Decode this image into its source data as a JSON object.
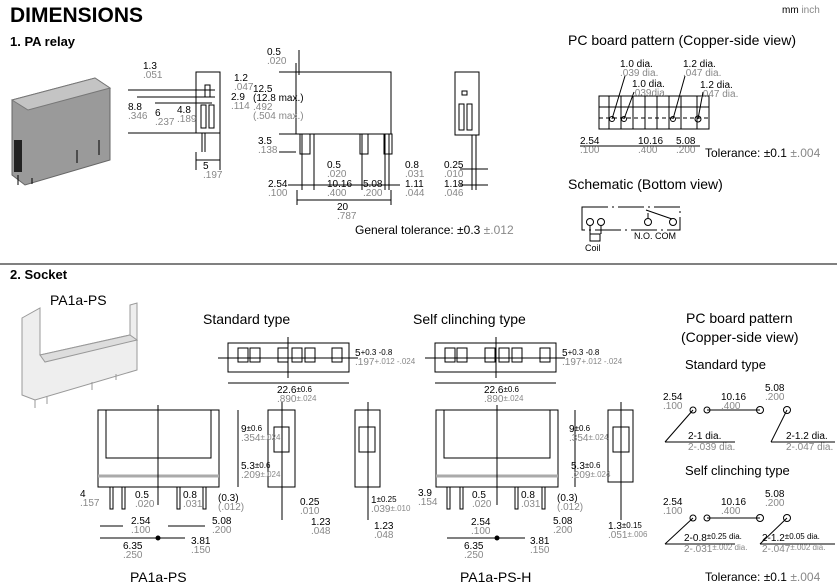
{
  "header": {
    "title": "DIMENSIONS",
    "units_mm": "mm",
    "units_inch": "inch"
  },
  "relay": {
    "heading": "1. PA relay",
    "side": {
      "d1": {
        "mm": "1.3",
        "in": ".051"
      },
      "d2": {
        "mm": "1.2",
        "in": ".047"
      },
      "d3": {
        "mm": "2.9",
        "in": ".114"
      },
      "d4": {
        "mm": "8.8",
        "in": ".346"
      },
      "d5": {
        "mm": "6",
        "in": ".237"
      },
      "d6": {
        "mm": "4.8",
        "in": ".189"
      },
      "d7": {
        "mm": "5",
        "in": ".197"
      }
    },
    "front": {
      "d1": {
        "mm": "0.5",
        "in": ".020"
      },
      "h": {
        "mm": "12.5",
        "mm2": "(12.8 max.)",
        "in": ".492",
        "in2": "(.504 max.)"
      },
      "d2": {
        "mm": "3.5",
        "in": ".138"
      },
      "d3": {
        "mm": "0.5",
        "in": ".020"
      },
      "d4": {
        "mm": "0.8",
        "in": ".031"
      },
      "d5": {
        "mm": "2.54",
        "in": ".100"
      },
      "d6": {
        "mm": "10.16",
        "in": ".400"
      },
      "d7": {
        "mm": "5.08",
        "in": ".200"
      },
      "d8": {
        "mm": "1.11",
        "in": ".044"
      },
      "d9": {
        "mm": "20",
        "in": ".787"
      }
    },
    "end": {
      "d1": {
        "mm": "0.25",
        "in": ".010"
      },
      "d2": {
        "mm": "1.18",
        "in": ".046"
      }
    },
    "tolerance": {
      "label": "General tolerance: ±0.3",
      "inch": "±.012"
    },
    "pcb": {
      "title": "PC board pattern (Copper-side view)",
      "h1": {
        "mm": "1.0 dia.",
        "in": ".039 dia."
      },
      "h2": {
        "mm": "1.0 dia.",
        "in": ".039dia."
      },
      "h3": {
        "mm": "1.2 dia.",
        "in": ".047 dia."
      },
      "h4": {
        "mm": "1.2 dia.",
        "in": ".047 dia."
      },
      "d1": {
        "mm": "2.54",
        "in": ".100"
      },
      "d2": {
        "mm": "10.16",
        "in": ".400"
      },
      "d3": {
        "mm": "5.08",
        "in": ".200"
      },
      "tolerance": "Tolerance: ±0.1",
      "tolerance_inch": "±.004"
    },
    "schematic": {
      "title": "Schematic (Bottom view)",
      "no_com": "N.O. COM",
      "coil": "Coil"
    }
  },
  "socket": {
    "heading": "2. Socket",
    "photo_label": "PA1a-PS",
    "standard": {
      "title": "Standard type",
      "width": {
        "mm": "22.6",
        "mmt": "±0.6",
        "in": ".890",
        "int": "±.024"
      },
      "depth": {
        "mm": "5",
        "mmt": "+0.3 -0.8",
        "in": ".197",
        "int": "+.012 -.024"
      },
      "d9": {
        "mm": "9",
        "mmt": "±0.6",
        "in": ".354",
        "int": "±.024"
      },
      "d53": {
        "mm": "5.3",
        "mmt": "±0.6",
        "in": ".209",
        "int": "±.024"
      },
      "d4": {
        "mm": "4",
        "in": ".157"
      },
      "d05": {
        "mm": "0.5",
        "in": ".020"
      },
      "d08": {
        "mm": "0.8",
        "in": ".031"
      },
      "d03": {
        "mm": "(0.3)",
        "in": "(.012)"
      },
      "d254": {
        "mm": "2.54",
        "in": ".100"
      },
      "d508": {
        "mm": "5.08",
        "in": ".200"
      },
      "d635": {
        "mm": "6.35",
        "in": ".250"
      },
      "d381": {
        "mm": "3.81",
        "in": ".150"
      },
      "s025": {
        "mm": "0.25",
        "in": ".010"
      },
      "s123": {
        "mm": "1.23",
        "in": ".048"
      },
      "s1": {
        "mm": "1",
        "mmt": "±0.25",
        "in": ".039",
        "int": "±.010"
      },
      "s123b": {
        "mm": "1.23",
        "in": ".048"
      },
      "model": "PA1a-PS"
    },
    "clinching": {
      "title": "Self clinching type",
      "width": {
        "mm": "22.6",
        "mmt": "±0.6",
        "in": ".890",
        "int": "±.024"
      },
      "depth": {
        "mm": "5",
        "mmt": "+0.3 -0.8",
        "in": ".197",
        "int": "+.012 -.024"
      },
      "d9": {
        "mm": "9",
        "mmt": "±0.6",
        "in": ".354",
        "int": "±.024"
      },
      "d53": {
        "mm": "5.3",
        "mmt": "±0.6",
        "in": ".209",
        "int": "±.024"
      },
      "d39": {
        "mm": "3.9",
        "in": ".154"
      },
      "d05": {
        "mm": "0.5",
        "in": ".020"
      },
      "d08": {
        "mm": "0.8",
        "in": ".031"
      },
      "d03": {
        "mm": "(0.3)",
        "in": "(.012)"
      },
      "d254": {
        "mm": "2.54",
        "in": ".100"
      },
      "d508": {
        "mm": "5.08",
        "in": ".200"
      },
      "d635": {
        "mm": "6.35",
        "in": ".250"
      },
      "d381": {
        "mm": "3.81",
        "in": ".150"
      },
      "s13": {
        "mm": "1.3",
        "mmt": "±0.15",
        "in": ".051",
        "int": "±.006"
      },
      "model": "PA1a-PS-H"
    },
    "pcb": {
      "title1": "PC board pattern",
      "title2": "(Copper-side view)",
      "std_title": "Standard type",
      "std": {
        "d1": {
          "mm": "2.54",
          "in": ".100"
        },
        "d2": {
          "mm": "10.16",
          "in": ".400"
        },
        "d3": {
          "mm": "5.08",
          "in": ".200"
        },
        "h1": {
          "mm": "2-1 dia.",
          "in": "2-.039 dia."
        },
        "h2": {
          "mm": "2-1.2 dia.",
          "in": "2-.047 dia."
        }
      },
      "sc_title": "Self clinching type",
      "sc": {
        "d1": {
          "mm": "2.54",
          "in": ".100"
        },
        "d2": {
          "mm": "10.16",
          "in": ".400"
        },
        "d3": {
          "mm": "5.08",
          "in": ".200"
        },
        "h1": {
          "mm": "2-0.8",
          "mmt": "±0.25 dia.",
          "in": "2-.031",
          "int": "±.002 dia."
        },
        "h2": {
          "mm": "2-1.2",
          "mmt": "±0.05 dia.",
          "in": "2-.047",
          "int": "±.002 dia."
        }
      },
      "tolerance": "Tolerance: ±0.1",
      "tolerance_inch": "±.004"
    }
  }
}
